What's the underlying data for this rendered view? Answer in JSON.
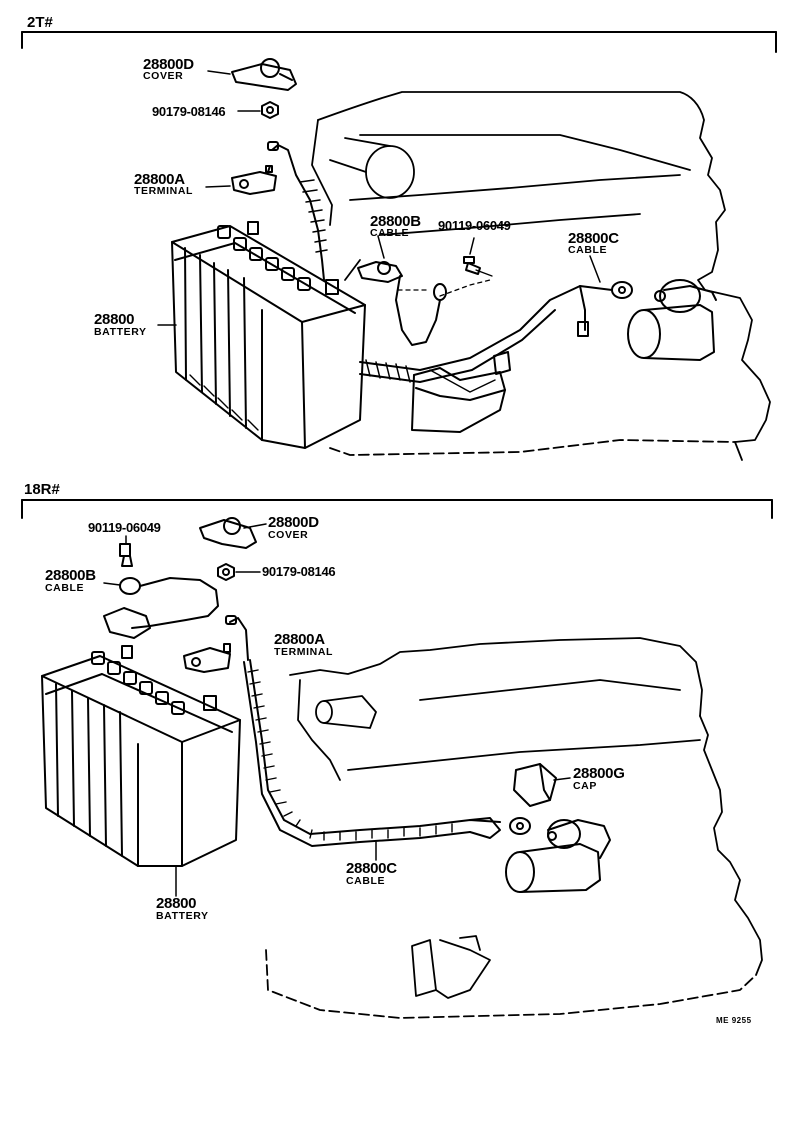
{
  "sections": [
    {
      "title": "2T#",
      "parts": [
        {
          "number": "28800D",
          "name": "COVER"
        },
        {
          "number": "90179-08146",
          "name": ""
        },
        {
          "number": "28800A",
          "name": "TERMINAL"
        },
        {
          "number": "28800B",
          "name": "CABLE"
        },
        {
          "number": "90119-06049",
          "name": ""
        },
        {
          "number": "28800C",
          "name": "CABLE"
        },
        {
          "number": "28800",
          "name": "BATTERY"
        }
      ]
    },
    {
      "title": "18R#",
      "parts": [
        {
          "number": "90119-06049",
          "name": ""
        },
        {
          "number": "28800D",
          "name": "COVER"
        },
        {
          "number": "28800B",
          "name": "CABLE"
        },
        {
          "number": "90179-08146",
          "name": ""
        },
        {
          "number": "28800A",
          "name": "TERMINAL"
        },
        {
          "number": "28800G",
          "name": "CAP"
        },
        {
          "number": "28800C",
          "name": "CABLE"
        },
        {
          "number": "28800",
          "name": "BATTERY"
        }
      ]
    }
  ],
  "footer_code": "ME 9255"
}
